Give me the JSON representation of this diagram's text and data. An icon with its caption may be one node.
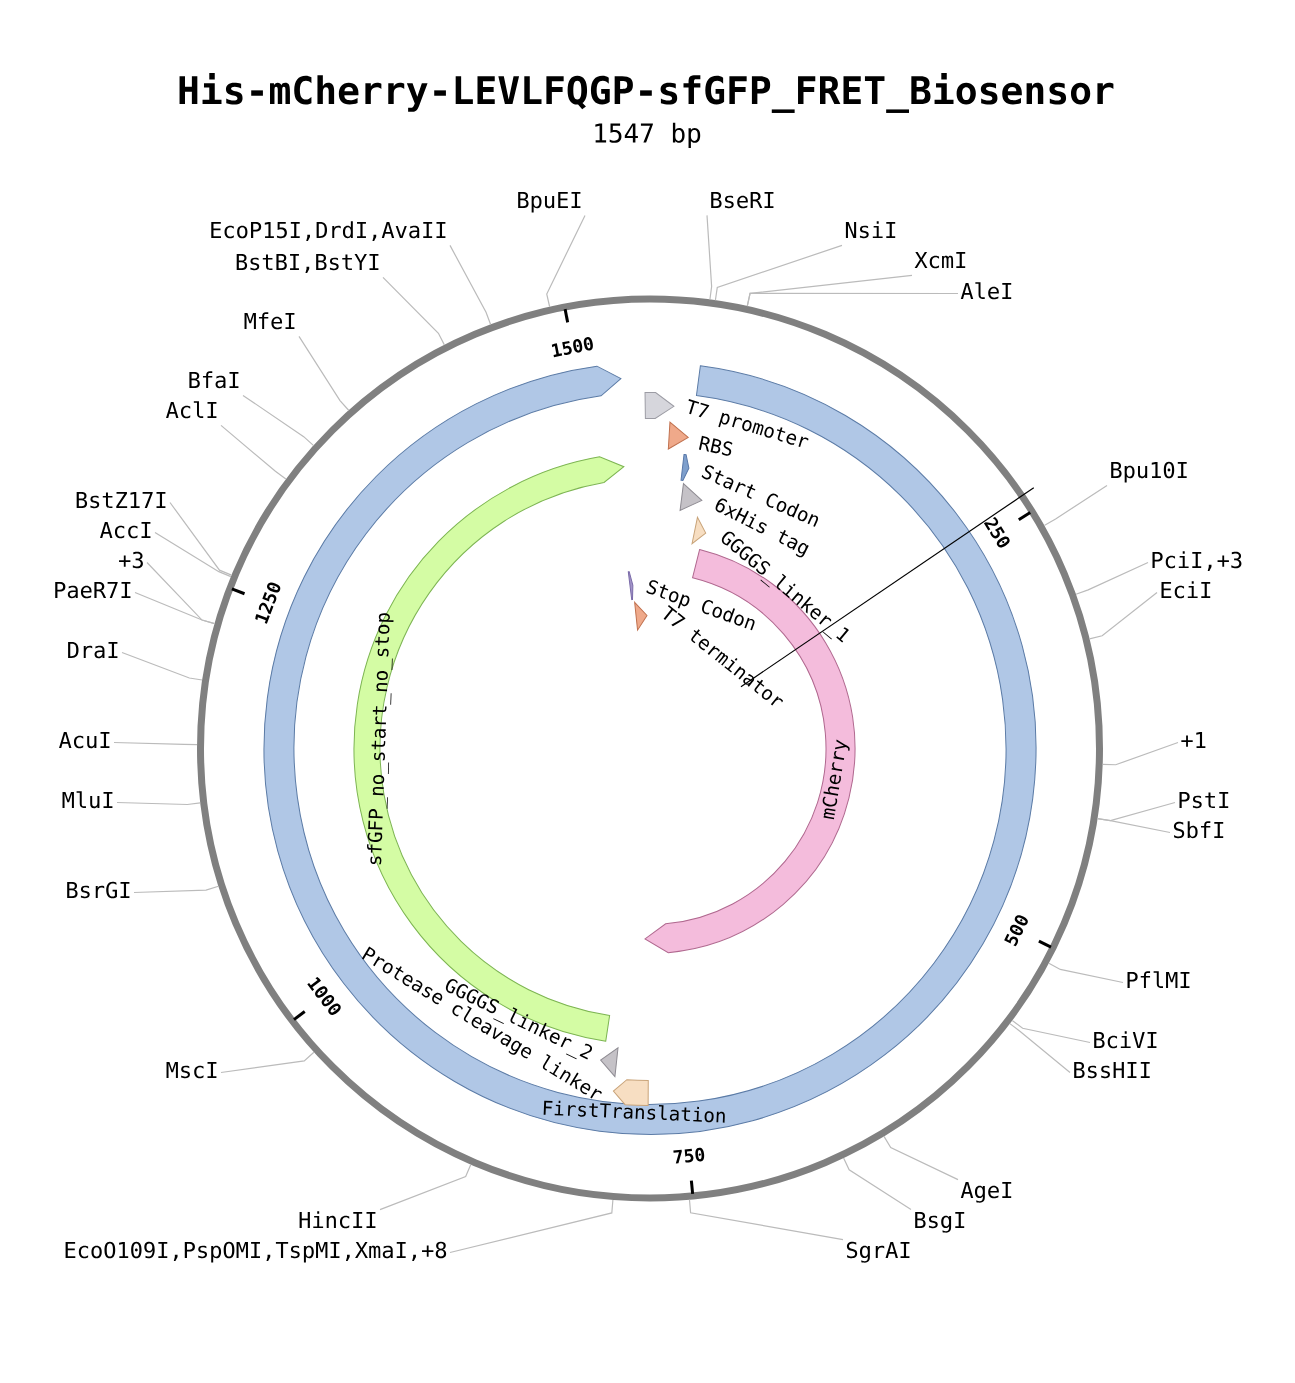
{
  "diagram": {
    "title": "His-mCherry-LEVLFQGP-sfGFP_FRET_Biosensor",
    "nodes": [
      {
        "text": [
          "FirstTranslation"
        ]
      },
      {
        "text": [
          "T7 promoter"
        ]
      },
      {
        "text": [
          "RBS"
        ]
      },
      {
        "text": [
          "Start Codon"
        ]
      },
      {
        "text": [
          "6xHis tag"
        ]
      },
      {
        "text": [
          "GGGGS_linker_1"
        ]
      },
      {
        "text": [
          "mCherry"
        ]
      },
      {
        "text": [
          "Stop Codon"
        ]
      },
      {
        "text": [
          "T7 terminator"
        ]
      },
      {
        "text": [
          "sfGFP_no_start_no_stop"
        ]
      },
      {
        "text": [
          "GGGGS_linker_2"
        ]
      },
      {
        "text": [
          "Protease cleavage linker"
        ]
      },
      {
        "text": [
          "BseRI"
        ]
      },
      {
        "text": [
          "NsiI"
        ]
      },
      {
        "text": [
          "XcmI"
        ]
      },
      {
        "text": [
          "AleI"
        ]
      },
      {
        "text": [
          "Bpu10I"
        ]
      },
      {
        "text": [
          "PciI,+3"
        ]
      },
      {
        "text": [
          "EciI"
        ]
      },
      {
        "text": [
          "+1"
        ]
      },
      {
        "text": [
          "PstI"
        ]
      },
      {
        "text": [
          "SbfI"
        ]
      },
      {
        "text": [
          "PflMI"
        ]
      },
      {
        "text": [
          "BciVI"
        ]
      },
      {
        "text": [
          "BssHII"
        ]
      },
      {
        "text": [
          "AgeI"
        ]
      },
      {
        "text": [
          "BsgI"
        ]
      },
      {
        "text": [
          "SgrAI"
        ]
      },
      {
        "text": [
          "EcoO109I,PspOMI,TspMI,XmaI,+8"
        ]
      },
      {
        "text": [
          "HincII"
        ]
      },
      {
        "text": [
          "MscI"
        ]
      },
      {
        "text": [
          "BsrGI"
        ]
      },
      {
        "text": [
          "MluI"
        ]
      },
      {
        "text": [
          "AcuI"
        ]
      },
      {
        "text": [
          "DraI"
        ]
      },
      {
        "text": [
          "PaeR7I"
        ]
      },
      {
        "text": [
          "+3"
        ]
      },
      {
        "text": [
          "AccI"
        ]
      },
      {
        "text": [
          "BstZ17I"
        ]
      },
      {
        "text": [
          "AclI"
        ]
      },
      {
        "text": [
          "BfaI"
        ]
      },
      {
        "text": [
          "MfeI"
        ]
      },
      {
        "text": [
          "BstBI,BstYI"
        ]
      },
      {
        "text": [
          "EcoP15I,DrdI,AvaII"
        ]
      },
      {
        "text": [
          "BpuEI"
        ]
      }
    ],
    "edges": [
      {
        "from": 12,
        "to": null,
        "arrow": "none"
      },
      {
        "from": 13,
        "to": null,
        "arrow": "none"
      },
      {
        "from": 14,
        "to": null,
        "arrow": "none"
      },
      {
        "from": 15,
        "to": null,
        "arrow": "none"
      },
      {
        "from": 16,
        "to": null,
        "arrow": "none"
      },
      {
        "from": 17,
        "to": null,
        "arrow": "none"
      },
      {
        "from": 18,
        "to": null,
        "arrow": "none"
      },
      {
        "from": 19,
        "to": null,
        "arrow": "none"
      },
      {
        "from": 20,
        "to": null,
        "arrow": "none"
      },
      {
        "from": 21,
        "to": null,
        "arrow": "none"
      },
      {
        "from": 22,
        "to": null,
        "arrow": "none"
      },
      {
        "from": 23,
        "to": null,
        "arrow": "none"
      },
      {
        "from": 24,
        "to": null,
        "arrow": "none"
      },
      {
        "from": 25,
        "to": null,
        "arrow": "none"
      },
      {
        "from": 26,
        "to": null,
        "arrow": "none"
      },
      {
        "from": 27,
        "to": null,
        "arrow": "none"
      },
      {
        "from": 28,
        "to": null,
        "arrow": "none"
      },
      {
        "from": 29,
        "to": null,
        "arrow": "none"
      },
      {
        "from": 30,
        "to": null,
        "arrow": "none"
      },
      {
        "from": 31,
        "to": null,
        "arrow": "none"
      },
      {
        "from": 32,
        "to": null,
        "arrow": "none"
      },
      {
        "from": 33,
        "to": null,
        "arrow": "none"
      },
      {
        "from": 34,
        "to": null,
        "arrow": "none"
      },
      {
        "from": 35,
        "to": null,
        "arrow": "none"
      },
      {
        "from": 36,
        "to": null,
        "arrow": "none"
      },
      {
        "from": 37,
        "to": null,
        "arrow": "none"
      },
      {
        "from": 38,
        "to": null,
        "arrow": "none"
      },
      {
        "from": 39,
        "to": null,
        "arrow": "none"
      },
      {
        "from": 40,
        "to": null,
        "arrow": "none"
      },
      {
        "from": 41,
        "to": null,
        "arrow": "none"
      },
      {
        "from": 42,
        "to": null,
        "arrow": "none"
      },
      {
        "from": 43,
        "to": null,
        "arrow": "none"
      },
      {
        "from": 44,
        "to": null,
        "arrow": "none"
      }
    ],
    "labels": [
      "1547 bp",
      "1500",
      "250",
      "1250",
      "500",
      "1000",
      "750"
    ]
  }
}
